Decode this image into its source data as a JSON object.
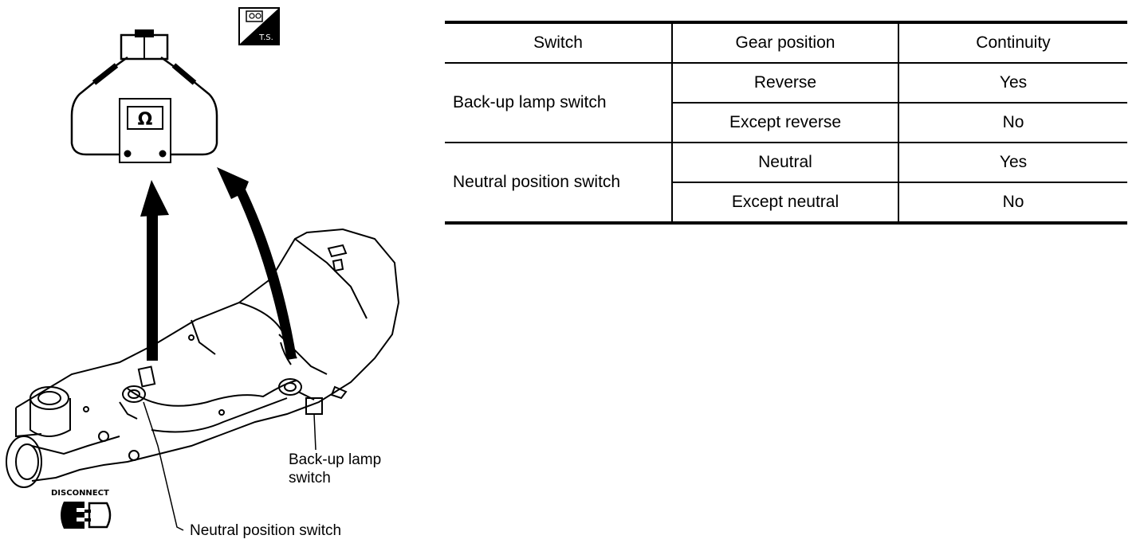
{
  "diagram": {
    "icons": {
      "ohmmeter": "ohmmeter-icon",
      "troubleshooting_badge": "troubleshooting-badge-icon",
      "disconnect": "disconnect-connector-icon",
      "transmission": "transmission-icon"
    },
    "ohm_symbol": "Ω",
    "badge_text": "T.S.",
    "disconnect_label": "DISCONNECT",
    "backup_switch_label_line1": "Back-up lamp",
    "backup_switch_label_line2": "switch",
    "neutral_switch_label": "Neutral position switch"
  },
  "table": {
    "headers": [
      "Switch",
      "Gear position",
      "Continuity"
    ],
    "groups": [
      {
        "switch": "Back-up lamp switch",
        "rows": [
          {
            "gear": "Reverse",
            "continuity": "Yes"
          },
          {
            "gear": "Except reverse",
            "continuity": "No"
          }
        ]
      },
      {
        "switch": "Neutral position switch",
        "rows": [
          {
            "gear": "Neutral",
            "continuity": "Yes"
          },
          {
            "gear": "Except neutral",
            "continuity": "No"
          }
        ]
      }
    ]
  }
}
